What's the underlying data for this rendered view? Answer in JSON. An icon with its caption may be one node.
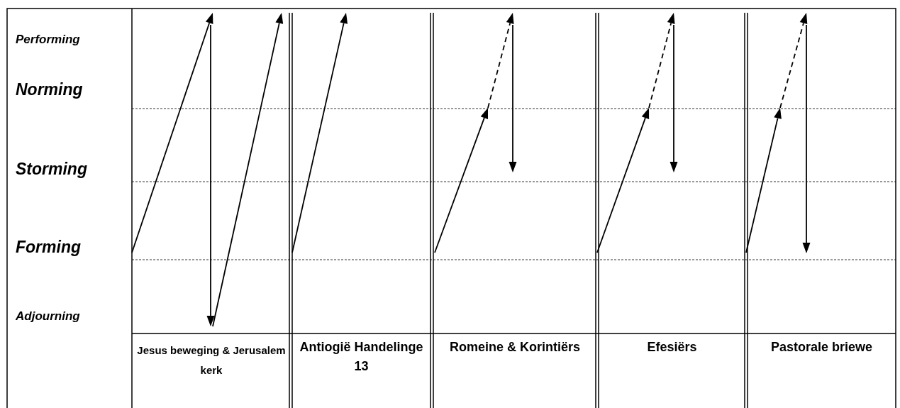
{
  "diagram": {
    "labels": [
      "Performing",
      "Norming",
      "Storming",
      "Forming",
      "Adjourning",
      "Jesus beweging & Jerusalem kerk",
      "Antiogië Handelinge 13",
      "Romeine & Korintiërs",
      "Efesiërs",
      "Pastorale briewe"
    ]
  }
}
